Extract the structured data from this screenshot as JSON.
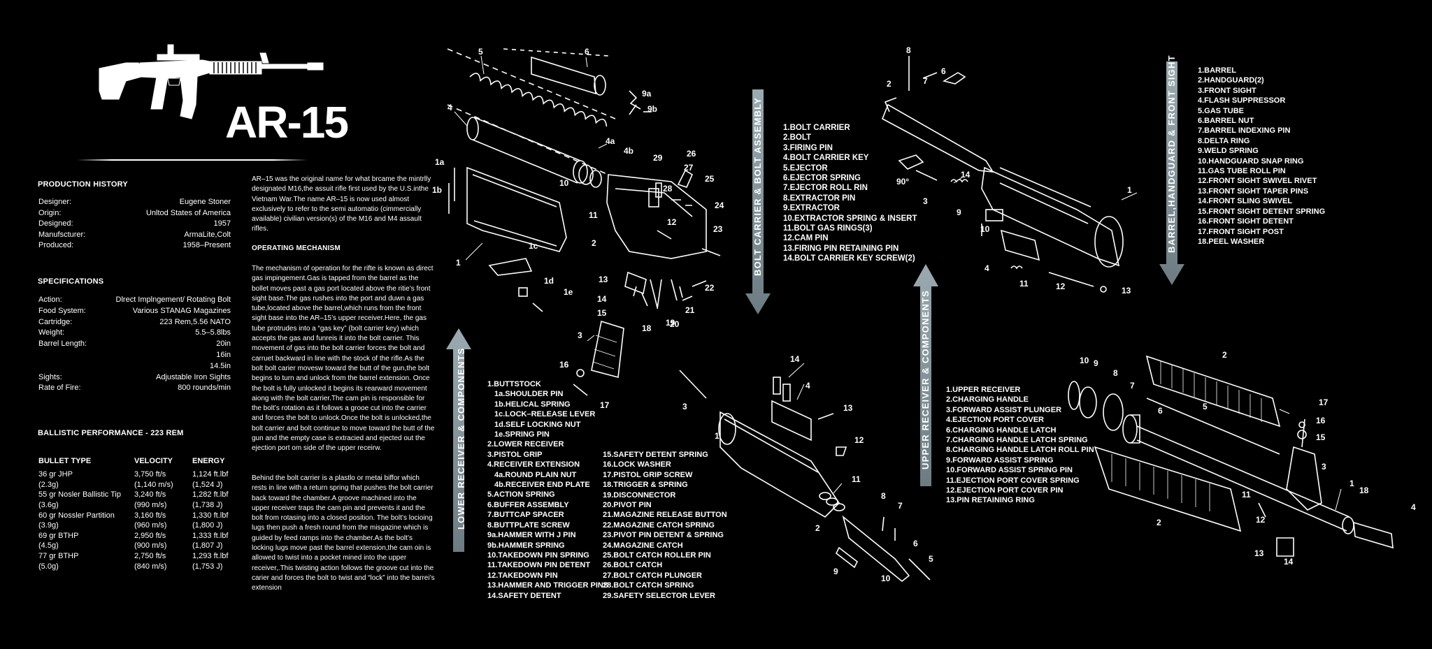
{
  "title": "AR-15",
  "production_history": {
    "heading": "PRODUCTION HISTORY",
    "rows": [
      {
        "k": "Designer:",
        "v": "Eugene Stoner"
      },
      {
        "k": "Origin:",
        "v": "Unltod States of America"
      },
      {
        "k": "Designed:",
        "v": "1957"
      },
      {
        "k": "Manufscturer:",
        "v": "ArmaLite,Colt"
      },
      {
        "k": "Produced:",
        "v": "1958–Present"
      }
    ]
  },
  "specifications": {
    "heading": "SPECIFICATIONS",
    "rows": [
      {
        "k": "Action:",
        "v": "Dlrect Implngement/ Rotating Bolt"
      },
      {
        "k": "Food System:",
        "v": "Various STANAG Magazines"
      },
      {
        "k": "Cartridge:",
        "v": "223 Rem,5.56 NATO"
      },
      {
        "k": "Weight:",
        "v": "5.5–5.8lbs"
      },
      {
        "k": "Barrel Length:",
        "v": "20in"
      },
      {
        "k": "",
        "v": "16in"
      },
      {
        "k": "",
        "v": "14.5in"
      },
      {
        "k": "Sights:",
        "v": "Adjustable Iron Sights"
      },
      {
        "k": "Rate of Fire:",
        "v": "800 rounds/min"
      }
    ]
  },
  "ballistic": {
    "heading": "BALLISTIC PERFORMANCE - 223 REM",
    "headers": [
      "BULLET TYPE",
      "VELOCITY",
      "ENERGY"
    ],
    "rows": [
      [
        "36 gr JHP",
        "3,750 ft/s",
        "1,124 ft.lbf"
      ],
      [
        "(2.3g)",
        "(1,140 m/s)",
        "(1,524 J)"
      ],
      [
        "55 gr Nosler Ballistic Tip",
        "3,240 ft/s",
        "1,282 ft.lbf"
      ],
      [
        "(3.6g)",
        "(990 m/s)",
        "(1,738 J)"
      ],
      [
        "60 gr Nossler Partition",
        "3,160 ft/s",
        "1,330 ft.lbf"
      ],
      [
        "(3.9g)",
        "(960 m/s)",
        "(1,800 J)"
      ],
      [
        "69 gr BTHP",
        "2,950 ft/s",
        "1,333 ft.lbf"
      ],
      [
        "(4.5g)",
        "(900 m/s)",
        "(1,807 J)"
      ],
      [
        "77 gr BTHP",
        "2,750 ft/s",
        "1,293 ft.lbf"
      ],
      [
        "(5.0g)",
        "(840 m/s)",
        "(1,753 J)"
      ]
    ]
  },
  "text": {
    "intro": "AR–15 was the original name for what brcame the mintrlly designated M16,the assuit rifle first used by the U.S.inthe Vietnam War.The name AR–15 is now used almost exclusively to refer to the semi automatio (cimmercially available) civilian version(s) of the M16 and M4 assault rifles.",
    "operating_heading": "OPERATING MECHANISM",
    "operating": "The mechanism of operation for the rifte is known as direct gas impingement.Gas is tapped from the barrel as the bollet moves past a gas port located above the ritie’s front sight base.The gas rushes into the port and duwn a gas tube,located above the barrel,which runs from the front sight base into the AR–15’s upper receiver.Here, the gas tube protrudes into a “gas key” (bolt carrier key) which accepts the gas and funreis it into the bolt carrier. This movement of gas into the bolt carrier forces the bolt and carruet backward in line with the stock of the rifle.As the bolt bolt carier movesw toward the butt of the gun,the bolt begins to turn and unlock from the barrel extension. Once the bolt is fully unlocked it begins its rearward movement aiong with the bolt carrier.The cam pin is responsible for the bolt’s rotation as it follows a grooe cut into the carrier and forces the bolt to unlock.Once the bolt is unlocked,the bolt carrier and bolt continue to move toward the butt of the gun and the empty case is extracied and ejected out the ejection port om side of the upper receirw.",
    "behind": "Behind the bolt carrier is a plastlo or metai biffor which rests in line with a return spring that pushes the bolt carrier back toward the chamber.A groove machined into the upper receiver traps the cam pin and prevents it and the bolt from rotasing into a closed position. The bolt’s locioing lugs then push a fresh round from the misgazine which is guided by feed ramps into the chamber.As the bolt’s locking lugs move past the barrel extension,the cam oin is allowed to twist into a pocket mined into the upper receiver,.This twisting action follows the groove cut into the carier and forces the bolt to twist and “lock” into the barrei’s extension"
  },
  "banners": {
    "lower": "LOWER RECEIVER & COMPONENTS",
    "bolt": "BOLT CARRIER & BOLT ASSEMBLY",
    "upper": "UPPER RECEIVER & COMPONENTS",
    "barrel": "BARREL,HANDGUARD & FRONT SIGHT"
  },
  "lower_parts_a": [
    "1.BUTTSTOCK",
    "  1a.SHOULDER PIN",
    "  1b.HELICAL SPRING",
    "  1c.LOCK–RELEASE LEVER",
    "  1d.SELF LOCKING NUT",
    "  1e.SPRING PIN",
    "2.LOWER RECEIVER",
    "3.PISTOL GRIP",
    "4.RECEIVER EXTENSION",
    "  4a.ROUND PLAIN NUT",
    "  4b.RECEIVER END PLATE",
    "5.ACTION SPRING",
    "6.BUFFER ASSEMBLY",
    "7.BUTTCAP SPACER",
    "8.BUTTPLATE SCREW",
    "9a.HAMMER WITH J PIN",
    "9b.HAMMER SPRING",
    "10.TAKEDOWN PIN SPRING",
    "11.TAKEDOWN PIN DETENT",
    "12.TAKEDOWN PIN",
    "13.HAMMER AND TRIGGER PINS",
    "14.SAFETY DETENT"
  ],
  "lower_parts_b": [
    "15.SAFETY DETENT SPRING",
    "16.LOCK WASHER",
    "17.PISTOL GRIP SCREW",
    "18.TRIGGER & SPRING",
    "19.DISCONNECTOR",
    "20.PIVOT PIN",
    "21.MAGAZINE RELEASE BUTTON",
    "22.MAGAZINE CATCH SPRING",
    "23.PIVOT PIN DETENT & SPRING",
    "24.MAGAZINE CATCH",
    "25.BOLT CATCH ROLLER PIN",
    "26.BOLT CATCH",
    "27.BOLT CATCH PLUNGER",
    "28.BOLT CATCH SPRING",
    "29.SAFETY SELECTOR LEVER"
  ],
  "bolt_parts": [
    "1.BOLT CARRIER",
    "2.BOLT",
    "3.FIRING PIN",
    "4.BOLT CARRIER KEY",
    "5.EJECTOR",
    "6.EJECTOR SPRING",
    "7.EJECTOR ROLL RIN",
    "8.EXTRACTOR PIN",
    "9.EXTRACTOR",
    "10.EXTRACTOR SPRING & INSERT",
    "11.BOLT GAS RINGS(3)",
    "12.CAM PIN",
    "13.FIRING PIN RETAINING PIN",
    "14.BOLT CARRIER KEY SCREW(2)"
  ],
  "upper_parts": [
    "1.UPPER RECEIVER",
    "2.CHARGING HANDLE",
    "3.FORWARD ASSIST PLUNGER",
    "4.EJECTION PORT COVER",
    "6.CHARGING HANDLE LATCH",
    "7.CHARGING HANDLE LATCH SPRING",
    "8.CHARGING HANDLE LATCH ROLL PIN",
    "9.FORWARD ASSIST SPRING",
    "10.FORWARD ASSIST SPRING PIN",
    "11.EJECTION PORT COVER SPRING",
    "12.EJECTION PORT COVER PIN",
    "13.PIN RETAINING RING"
  ],
  "barrel_parts": [
    "1.BARREL",
    "2.HANDGUARD(2)",
    "3.FRONT SIGHT",
    "4.FLASH SUPPRESSOR",
    "5.GAS TUBE",
    "6.BARREL NUT",
    "7.BARREL INDEXING PIN",
    "8.DELTA RING",
    "9.WELD SPRING",
    "10.HANDGUARD SNAP RING",
    "11.GAS TUBE ROLL PIN",
    "12.FRONT SIGHT SWIVEL RIVET",
    "13.FRONT SIGHT TAPER PINS",
    "14.FRONT SLING SWIVEL",
    "15.FRONT SIGHT DETENT SPRING",
    "16.FRONT SIGHT DETENT",
    "17.FRONT SIGHT POST",
    "18.PEEL WASHER"
  ],
  "callouts": {
    "lower": [
      "5",
      "6",
      "9a",
      "9b",
      "4",
      "4a",
      "4b",
      "1a",
      "1b",
      "29",
      "27",
      "26",
      "25",
      "10",
      "28",
      "24",
      "11",
      "12",
      "23",
      "2",
      "1",
      "1c",
      "1d",
      "1e",
      "13",
      "14",
      "15",
      "22",
      "18",
      "19",
      "20",
      "21",
      "3",
      "16",
      "17"
    ],
    "bolt": [
      "14",
      "4",
      "3",
      "13",
      "1",
      "12",
      "11",
      "8",
      "7",
      "2",
      "6",
      "9",
      "10",
      "5"
    ],
    "upper": [
      "8",
      "6",
      "2",
      "7",
      "90°",
      "3",
      "14",
      "9",
      "1",
      "10",
      "4",
      "11",
      "12",
      "13"
    ],
    "barrel": [
      "10",
      "9",
      "8",
      "7",
      "2",
      "6",
      "5",
      "3",
      "17",
      "16",
      "15",
      "11",
      "1",
      "18",
      "4",
      "12",
      "2",
      "13",
      "14"
    ]
  },
  "colors": {
    "background": "#000000",
    "arrow": "#8fa0a6",
    "line": "#ffffff"
  }
}
